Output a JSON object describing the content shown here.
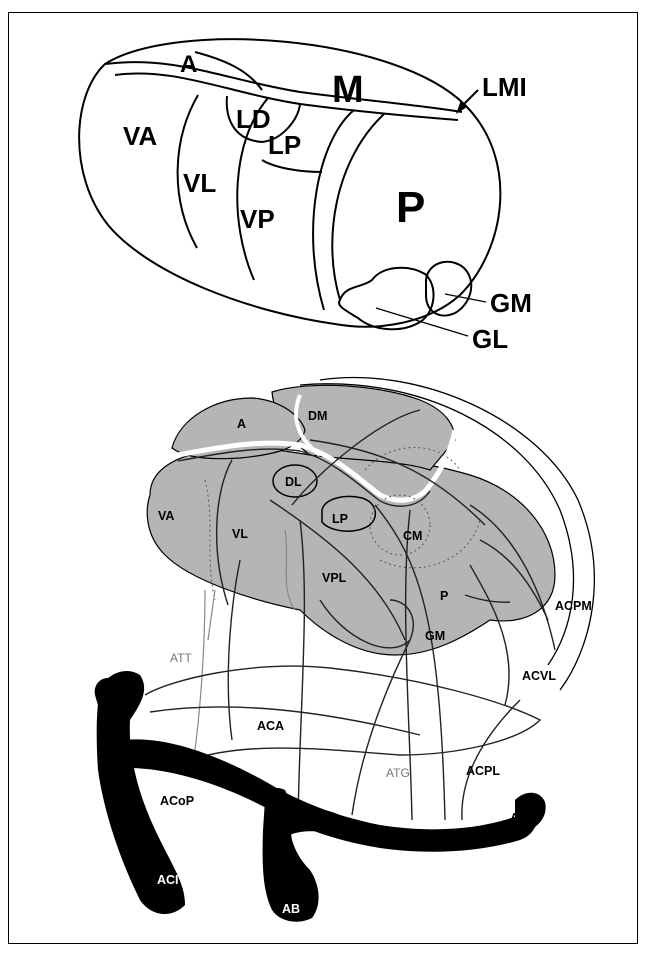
{
  "top_diagram": {
    "labels": {
      "a": "A",
      "m": "M",
      "lmi": "LMI",
      "va": "VA",
      "ld": "LD",
      "lp": "LP",
      "vl": "VL",
      "vp": "VP",
      "p": "P",
      "gm": "GM",
      "gl": "GL"
    }
  },
  "bottom_diagram": {
    "labels": {
      "a": "A",
      "dm": "DM",
      "dl": "DL",
      "va": "VA",
      "vl": "VL",
      "lp": "LP",
      "cm": "CM",
      "vpl": "VPL",
      "p": "P",
      "gm": "GM",
      "acpm": "ACPM",
      "att": "ATT",
      "acvl": "ACVL",
      "aca": "ACA",
      "atg": "ATG",
      "acpl": "ACPL",
      "acop": "ACoP",
      "acp": "ACP",
      "aci": "ACI",
      "ab": "AB"
    }
  },
  "colors": {
    "nucleus_fill": "#b5b5b5",
    "vessel_fill": "#000000",
    "line": "#000000"
  }
}
